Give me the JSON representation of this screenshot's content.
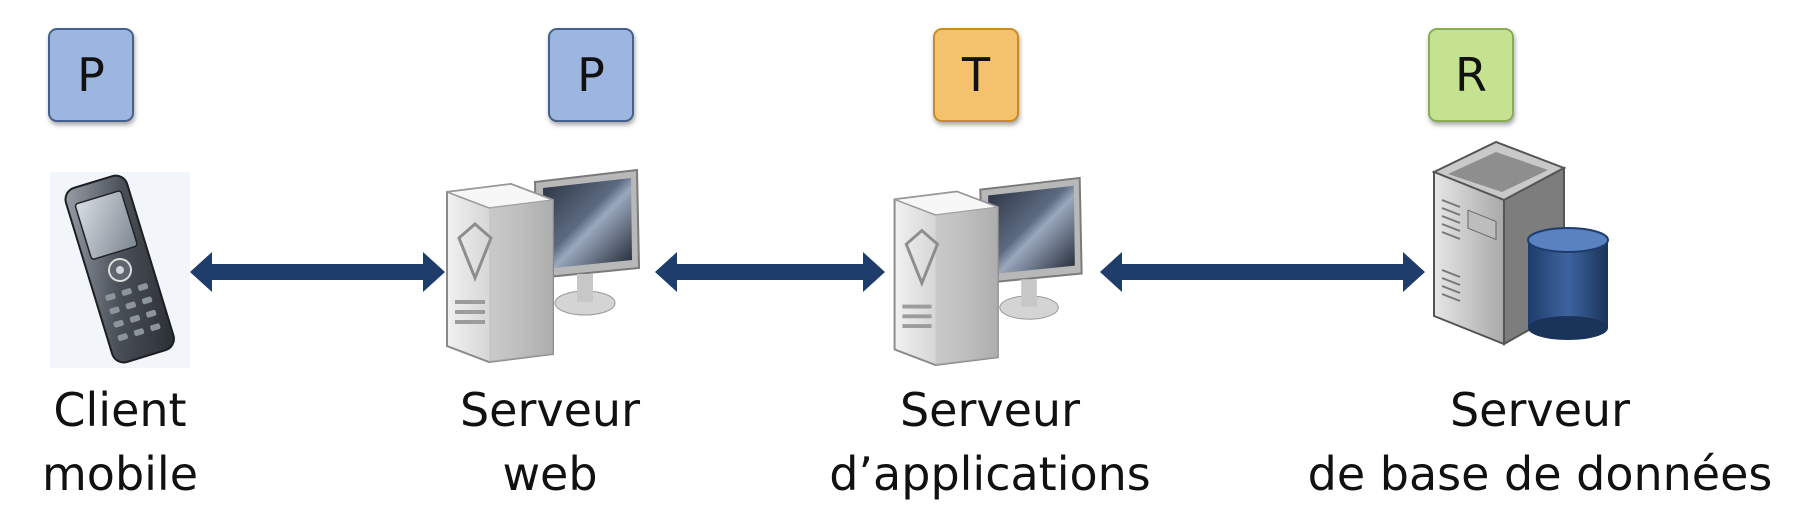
{
  "diagram": {
    "nodes": [
      {
        "id": "client",
        "badge": "P",
        "badge_color": "#9db6e0",
        "label_line1": "Client",
        "label_line2": "mobile",
        "icon": "mobile-phone-icon"
      },
      {
        "id": "web",
        "badge": "P",
        "badge_color": "#9db6e0",
        "label_line1": "Serveur",
        "label_line2": "web",
        "icon": "web-server-computer-icon"
      },
      {
        "id": "app",
        "badge": "T",
        "badge_color": "#f4c26c",
        "label_line1": "Serveur",
        "label_line2": "d’applications",
        "icon": "app-server-computer-icon"
      },
      {
        "id": "db",
        "badge": "R",
        "badge_color": "#c5e290",
        "label_line1": "Serveur",
        "label_line2": "de base de données",
        "icon": "database-server-icon"
      }
    ],
    "connections": [
      {
        "from": "client",
        "to": "web",
        "type": "bidirectional"
      },
      {
        "from": "web",
        "to": "app",
        "type": "bidirectional"
      },
      {
        "from": "app",
        "to": "db",
        "type": "bidirectional"
      }
    ],
    "arrow_color": "#1f3d6b"
  }
}
